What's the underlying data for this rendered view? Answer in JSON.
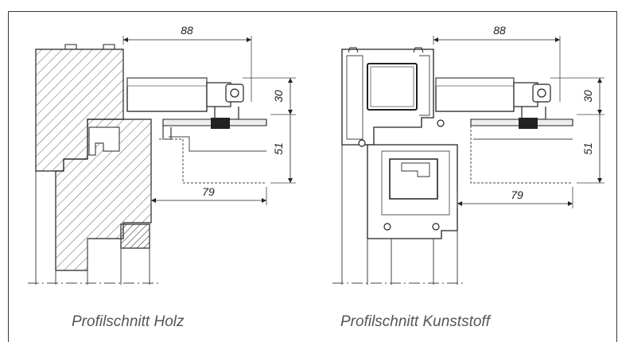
{
  "drawings": [
    {
      "caption": "Profilschnitt Holz",
      "dims": {
        "width_top": "88",
        "height_upper": "30",
        "height_lower": "51",
        "width_bottom": "79"
      }
    },
    {
      "caption": "Profilschnitt Kunststoff",
      "dims": {
        "width_top": "88",
        "height_upper": "30",
        "height_lower": "51",
        "width_bottom": "79"
      }
    }
  ]
}
